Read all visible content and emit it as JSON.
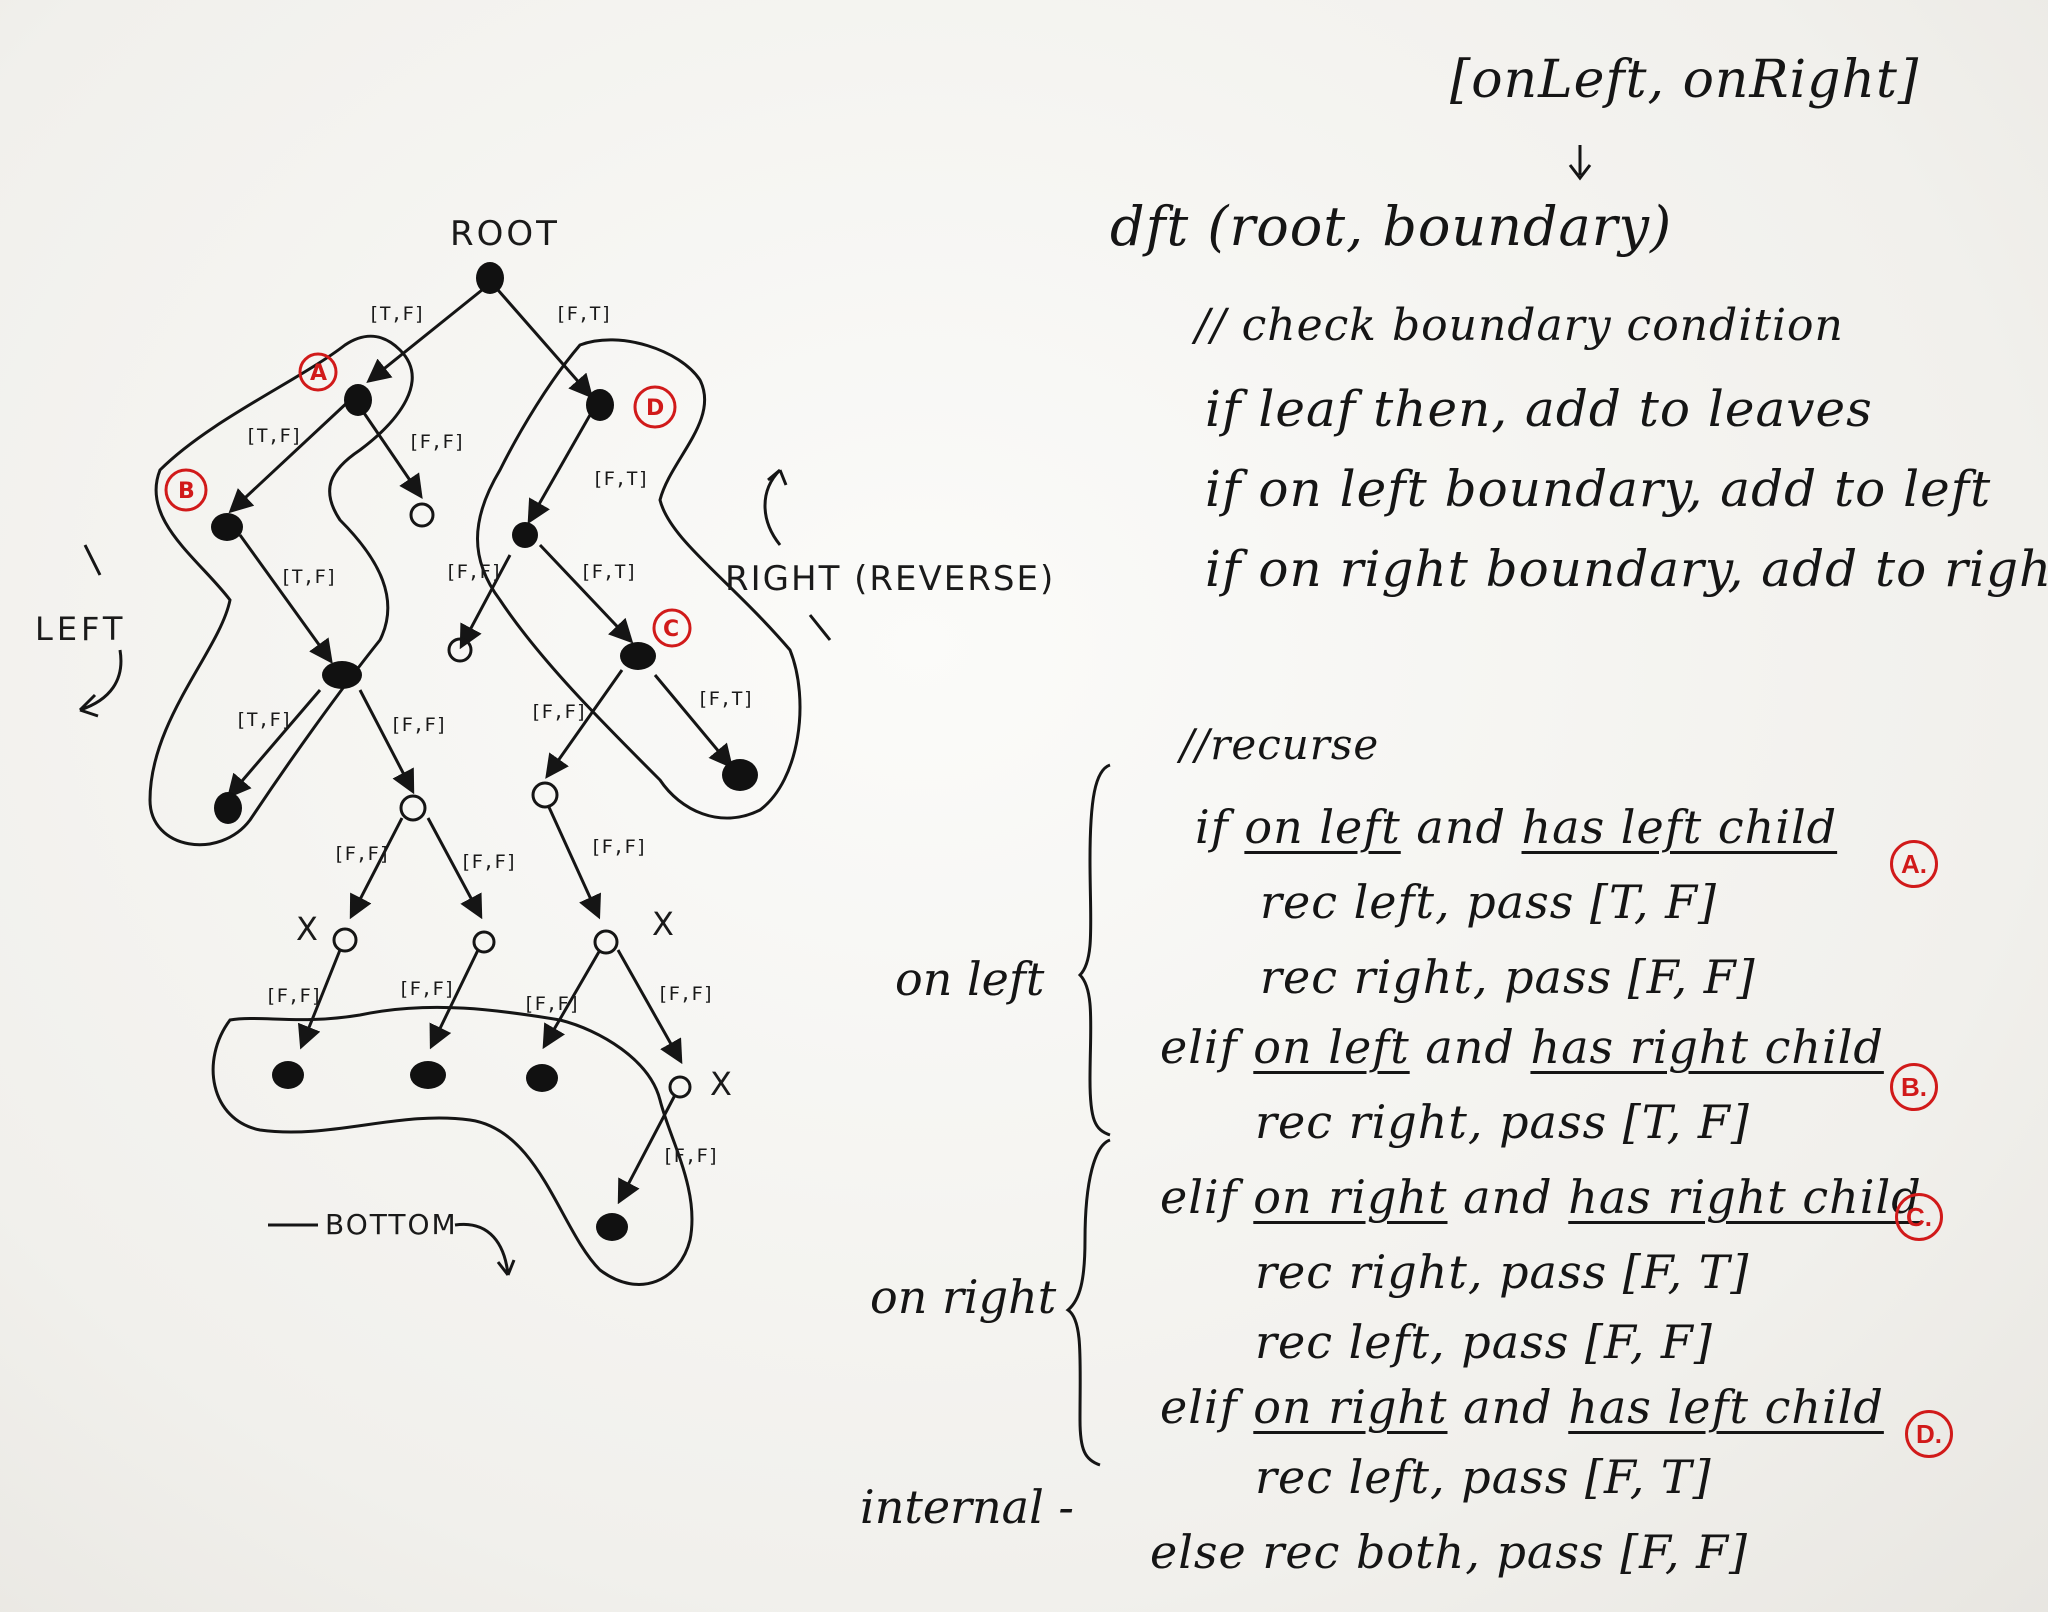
{
  "header": {
    "boundary_array": "[onLeft, onRight]",
    "signature": "dft (root, boundary)"
  },
  "checks": {
    "comment": "// check boundary condition",
    "lines": [
      "if leaf then, add to leaves",
      "if on left boundary, add to left",
      "if on right boundary, add to righ"
    ]
  },
  "recurse": {
    "comment": "//recurse",
    "group_on_left": "on left",
    "group_on_right": "on right",
    "group_internal": "internal -",
    "rules": [
      {
        "kw": "if",
        "cond1": "on left",
        "and": "and",
        "cond2": "has left child",
        "badge": "A."
      },
      {
        "kw": "",
        "action": "rec left, pass [T, F]"
      },
      {
        "kw": "",
        "action": "rec right, pass [F, F]"
      },
      {
        "kw": "elif",
        "cond1": "on left",
        "and": "and",
        "cond2": "has right child",
        "badge": "B."
      },
      {
        "kw": "",
        "action": "rec right, pass [T, F]"
      },
      {
        "kw": "elif",
        "cond1": "on right",
        "and": "and",
        "cond2": "has right child",
        "badge": "C."
      },
      {
        "kw": "",
        "action": "rec right, pass [F, T]"
      },
      {
        "kw": "",
        "action": "rec left, pass [F, F]"
      },
      {
        "kw": "elif",
        "cond1": "on right",
        "and": "and",
        "cond2": "has left child",
        "badge": "D."
      },
      {
        "kw": "",
        "action": "rec left, pass [F, T]"
      },
      {
        "kw": "else",
        "action": "rec both, pass [F, F]"
      }
    ]
  },
  "tree": {
    "root_label": "ROOT",
    "left_label": "LEFT",
    "right_label": "RIGHT (REVERSE)",
    "bottom_label": "BOTTOM",
    "edge_labels": {
      "root_a": "[T,F]",
      "root_d": "[F,T]",
      "a_b": "[T,F]",
      "a_o1": "[F,F]",
      "d_e": "[F,T]",
      "e_o": "[F,F]",
      "e_c": "[F,T]",
      "b_f": "[T,F]",
      "f_leaf1": "[T,F]",
      "f_o": "[F,F]",
      "c_o": "[F,F]",
      "c_leaf": "[F,T]",
      "o_x1": "[F,F]",
      "o_o2": "[F,F]",
      "o3_x": "[F,F]",
      "x1_leaf": "[F,F]",
      "o2_leaf": "[F,F]",
      "o2_leaf2": "[F,F]",
      "x_o5": "[F,F]",
      "o5_leaf": "[F,F]"
    },
    "markers": [
      "A",
      "B",
      "C",
      "D"
    ],
    "x_mark": "X"
  },
  "colors": {
    "ink": "#151515",
    "red": "#d11a1a",
    "board": "#f4f3f0"
  }
}
